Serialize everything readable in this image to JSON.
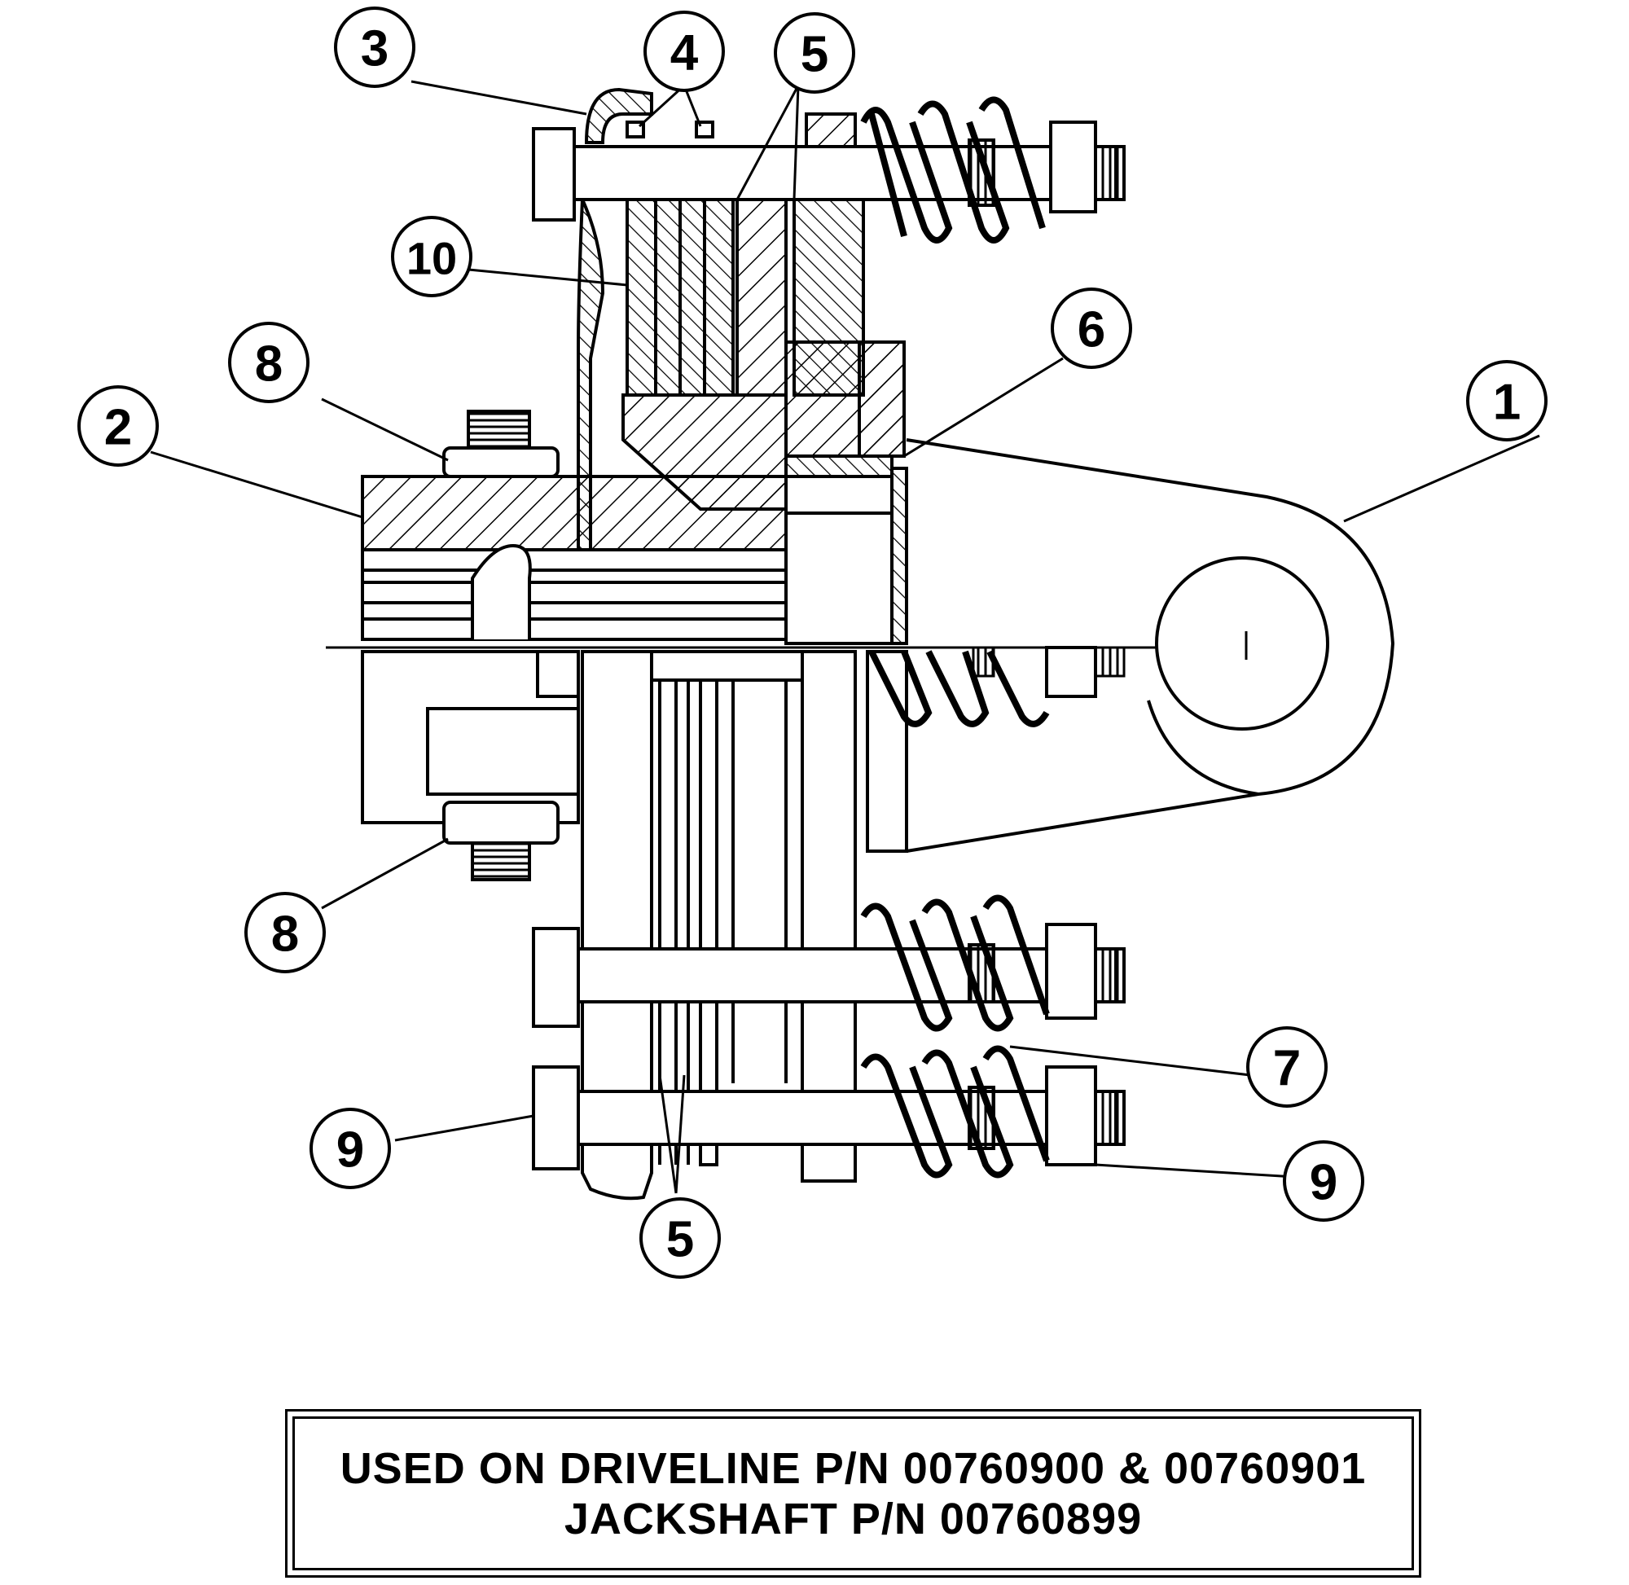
{
  "callouts": {
    "c1": "1",
    "c2": "2",
    "c3": "3",
    "c4": "4",
    "c5_top": "5",
    "c6": "6",
    "c7": "7",
    "c8_top": "8",
    "c8_bottom": "8",
    "c9_left": "9",
    "c9_right": "9",
    "c10": "10",
    "c5_bottom": "5"
  },
  "note": {
    "line1": "USED ON DRIVELINE P/N 00760900 & 00760901",
    "line2": "JACKSHAFT P/N 00760899"
  }
}
